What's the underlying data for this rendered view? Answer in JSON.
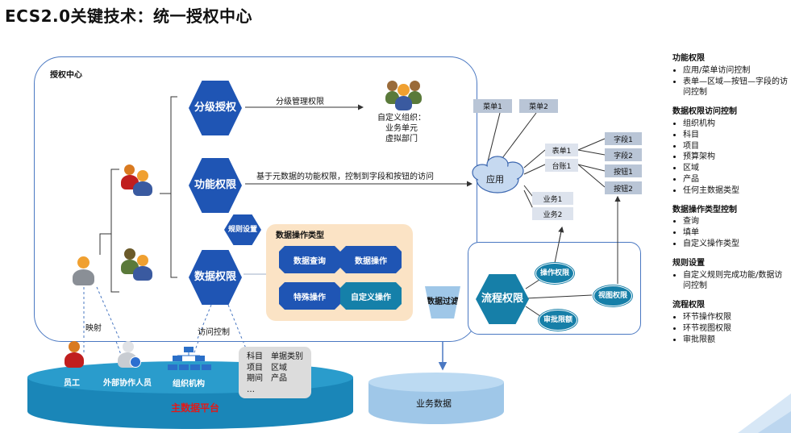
{
  "title": "ECS2.0关键技术：统一授权中心",
  "panel_label": "授权中心",
  "hex": {
    "grade": "分级授权",
    "function": "功能权限",
    "data": "数据权限",
    "rules": "规则设置",
    "flow": "流程权限"
  },
  "labels": {
    "grade_mgmt": "分级管理权限",
    "custom_org": "自定义组织：",
    "custom_org_2": "业务单元",
    "custom_org_3": "虚拟部门",
    "function_desc": "基于元数据的功能权限，控制到字段和按钮的访问",
    "mapping": "映射",
    "access_control": "访问控制",
    "app": "应用",
    "data_filter": "数据过滤"
  },
  "dataops": {
    "title": "数据操作类型",
    "items": [
      "数据查询",
      "数据操作",
      "特殊操作",
      "自定义操作"
    ]
  },
  "app_nodes": {
    "menus": [
      "菜单1",
      "菜单2"
    ],
    "forms": [
      "表单1",
      "台账1"
    ],
    "fields": [
      "字段1",
      "字段2",
      "按钮1",
      "按钮2"
    ],
    "business": [
      "业务1",
      "业务2"
    ]
  },
  "flow_nodes": {
    "op": "操作权限",
    "view": "视图权限",
    "approval": "审批限额"
  },
  "platform": {
    "label": "主数据平台",
    "employee": "员工",
    "external": "外部协作人员",
    "org": "组织机构",
    "list": [
      [
        "科目",
        "单据类别"
      ],
      [
        "项目",
        "区域"
      ],
      [
        "期间",
        "产品"
      ],
      [
        "…",
        ""
      ]
    ]
  },
  "business_data": "业务数据",
  "notes": [
    {
      "heading": "功能权限",
      "items": [
        "应用/菜单访问控制",
        "表单—区域—按钮—字段的访问控制"
      ]
    },
    {
      "heading": "数据权限访问控制",
      "items": [
        "组织机构",
        "科目",
        "项目",
        "预算架构",
        "区域",
        "产品",
        "任何主数据类型"
      ]
    },
    {
      "heading": "数据操作类型控制",
      "items": [
        "查询",
        "填单",
        "自定义操作类型"
      ]
    },
    {
      "heading": "规则设置",
      "items": [
        "自定义规则完成功能/数据访问控制"
      ]
    },
    {
      "heading": "流程权限",
      "items": [
        "环节操作权限",
        "环节视图权限",
        "审批限额"
      ]
    }
  ],
  "colors": {
    "hex_blue": "#1f55b4",
    "flow_teal": "#167fa8",
    "panel_border": "#4a78c2",
    "platform_blue": "#1a86b8",
    "accent_red": "#e01a1a"
  }
}
